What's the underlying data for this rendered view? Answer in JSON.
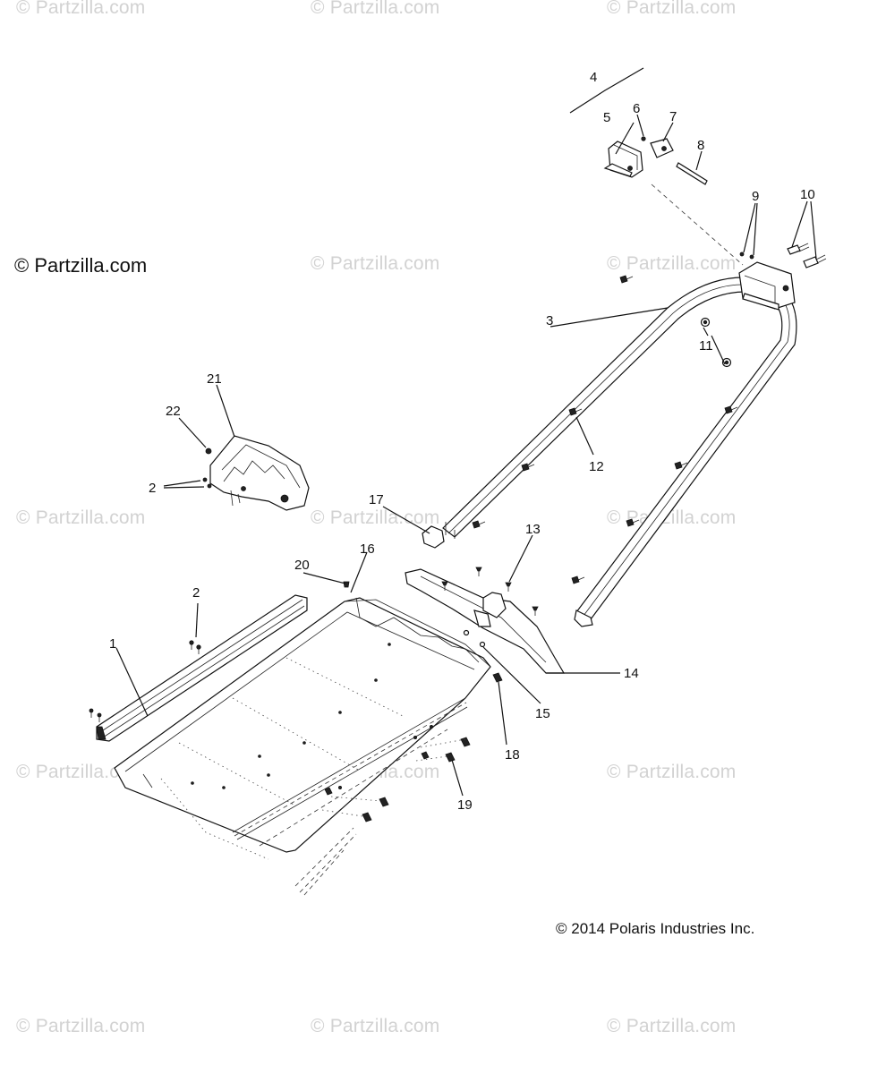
{
  "watermark": {
    "text": "© Partzilla.com",
    "main_text": "© Partzilla.com"
  },
  "copyright": "© 2014 Polaris Industries Inc.",
  "callouts": [
    "1",
    "2",
    "2",
    "3",
    "4",
    "5",
    "6",
    "7",
    "8",
    "9",
    "10",
    "11",
    "12",
    "13",
    "14",
    "15",
    "16",
    "17",
    "18",
    "19",
    "20",
    "21",
    "22"
  ]
}
